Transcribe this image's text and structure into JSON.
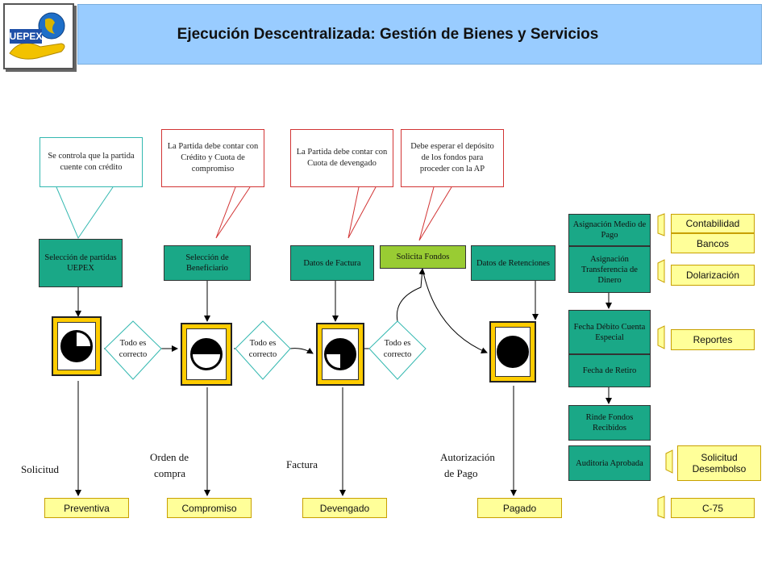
{
  "header": {
    "title": "Ejecución Descentralizada: Gestión de Bienes y Servicios"
  },
  "logo": {
    "text": "UEPEX"
  },
  "callouts": [
    "Se controla que la partida cuente con crédito",
    "La Partida debe contar con Crédito y Cuota de compromiso",
    "La Partida debe contar con Cuota de devengado",
    "Debe esperar el depósito de los fondos para proceder con la AP"
  ],
  "steps": {
    "seleccion_partidas": "Selección de partidas UEPEX",
    "seleccion_beneficiario": "Selección de Beneficiario",
    "datos_factura": "Datos de Factura",
    "solicita_fondos": "Solicita Fondos",
    "datos_retenciones": "Datos de Retenciones"
  },
  "diamonds": [
    "Todo es correcto",
    "Todo es correcto",
    "Todo es correcto"
  ],
  "stages": {
    "solicitud": "Solicitud",
    "orden_line1": "Orden de",
    "orden_line2": "compra",
    "factura": "Factura",
    "autorizacion_line1": "Autorización",
    "autorizacion_line2": "de Pago"
  },
  "states": [
    "Preventiva",
    "Compromiso",
    "Devengado",
    "Pagado"
  ],
  "right_steps": {
    "asignacion_medio": "Asignación Medio de Pago",
    "asignacion_transferencia": "Asignación Transferencia de Dinero",
    "fecha_debito": "Fecha Débito Cuenta Especial",
    "fecha_retiro": "Fecha de Retiro",
    "rinde_fondos": "Rinde Fondos Recibidos",
    "auditoria": "Auditoria Aprobada"
  },
  "reports": {
    "contabilidad": "Contabilidad",
    "bancos": "Bancos",
    "dolarizacion": "Dolarización",
    "reportes": "Reportes",
    "solicitud_desembolso": "Solicitud Desembolso",
    "c75": "C-75"
  },
  "colors": {
    "header_bg": "#99ccff",
    "step_green": "#1aa887",
    "solicita_green": "#99cc33",
    "state_yellow": "#ffff99",
    "gauge_gold": "#ffcc00"
  }
}
